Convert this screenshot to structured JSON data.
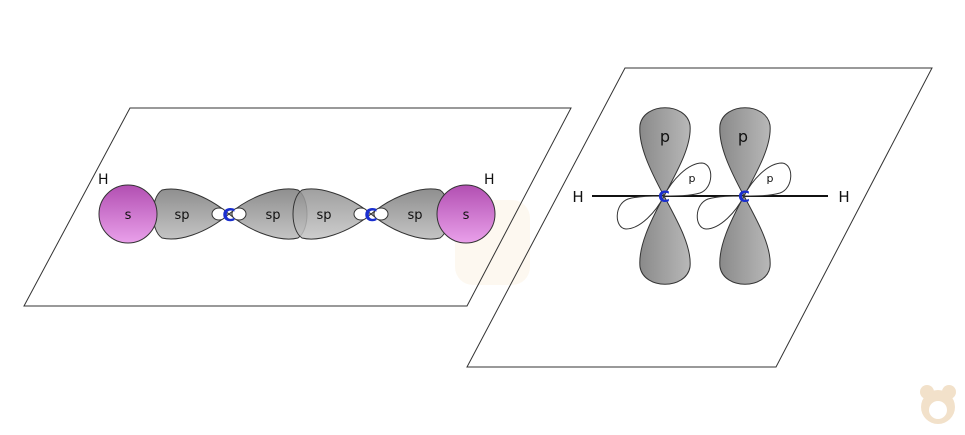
{
  "left_panel": {
    "h_left": "H",
    "h_right": "H",
    "s_left": "s",
    "s_right": "s",
    "sp_labels": [
      "sp",
      "sp",
      "sp",
      "sp"
    ],
    "carbon_left": "C",
    "carbon_right": "C"
  },
  "right_panel": {
    "h_left": "H",
    "h_right": "H",
    "p_big_left": "p",
    "p_big_right": "p",
    "p_small_left": "p",
    "p_small_right": "p",
    "carbon_left": "C",
    "carbon_right": "C"
  },
  "colors": {
    "s_orbital": "#c966c9",
    "sp_orbital": "#a8a8a8",
    "carbon": "#1a2fcf"
  }
}
